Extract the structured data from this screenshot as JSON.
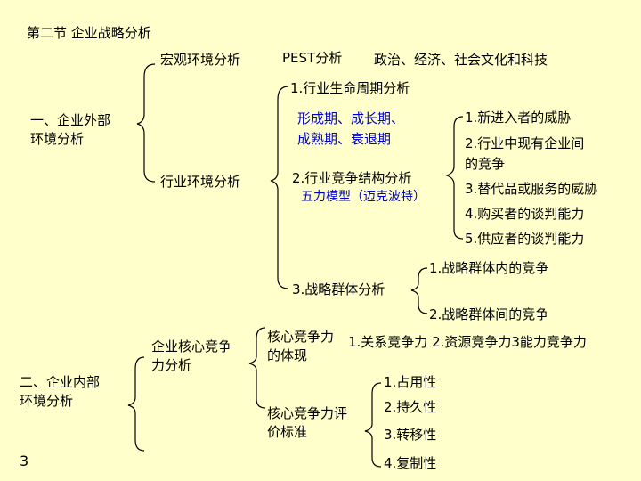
{
  "slide": {
    "title": "第二节 企业战略分析",
    "page_number": "3"
  },
  "external": {
    "heading_line1": "一、企业外部",
    "heading_line2": "环境分析",
    "macro": {
      "label": "宏观环境分析",
      "pest_label": "PEST分析",
      "pest_items": "政治、经济、社会文化和科技"
    },
    "industry": {
      "label": "行业环境分析",
      "life_cycle": "1.行业生命周期分析",
      "life_stages_line1": "形成期、成长期、",
      "life_stages_line2": "成熟期、衰退期",
      "structure": "2.行业竞争结构分析",
      "five_forces_model": "五力模型（迈克波特）",
      "forces": [
        "1.新进入者的威胁",
        "2.行业中现有企业间",
        "的竞争",
        "3.替代品或服务的威胁",
        "4.购买者的谈判能力",
        "5.供应者的谈判能力"
      ],
      "strategic_groups": "3.战略群体分析",
      "group_items": [
        "1.战略群体内的竞争",
        "2.战略群体间的竞争"
      ]
    }
  },
  "internal": {
    "heading_line1": "二、企业内部",
    "heading_line2": "环境分析",
    "core": {
      "label_line1": "企业核心竞争",
      "label_line2": "力分析",
      "manifest_line1": "核心竞争力",
      "manifest_line2": "的体现",
      "manifest_items": "1.关系竞争力 2.资源竞争力3能力竞争力",
      "criteria_line1": "核心竞争力评",
      "criteria_line2": "价标准",
      "criteria_items": [
        "1.占用性",
        "2.持久性",
        "3.转移性",
        "4.复制性"
      ]
    }
  }
}
